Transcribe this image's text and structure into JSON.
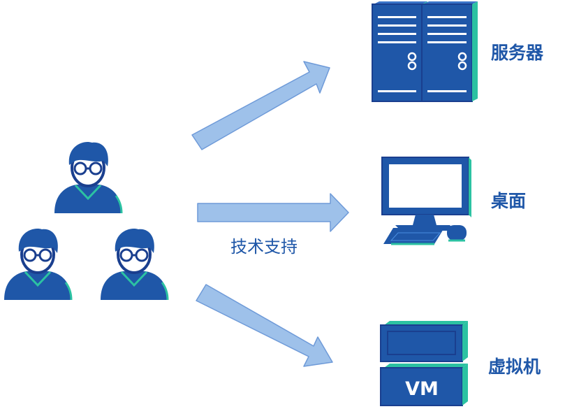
{
  "diagram": {
    "center_label": "技术支持",
    "targets": [
      {
        "label": "服务器",
        "icon": "server-icon"
      },
      {
        "label": "桌面",
        "icon": "desktop-icon"
      },
      {
        "label": "虚拟机",
        "icon": "virtual-machine-icon"
      }
    ],
    "vm_badge": "VM",
    "people": [
      {
        "icon": "person-icon"
      },
      {
        "icon": "person-icon"
      },
      {
        "icon": "person-icon"
      }
    ],
    "colors": {
      "primary": "#1f57a8",
      "dark_blue": "#1a3f8f",
      "accent_teal": "#2cc2a2",
      "arrow_fill": "#9ec1ea",
      "arrow_stroke": "#6e9ad8"
    }
  }
}
